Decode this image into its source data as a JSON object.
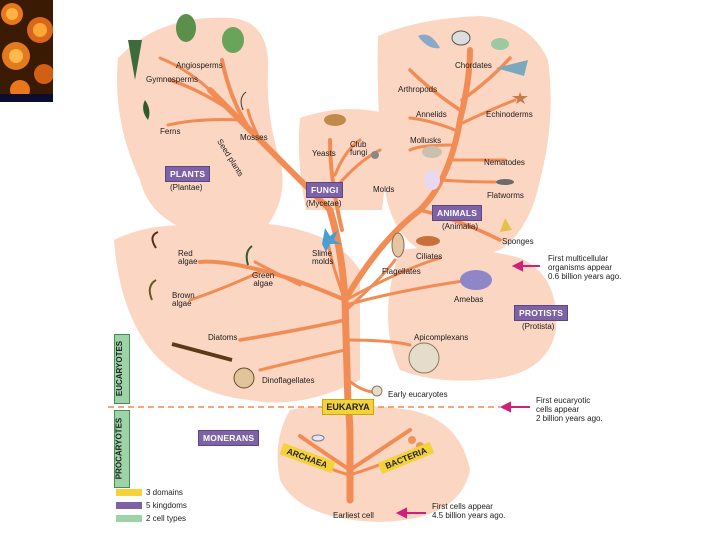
{
  "colors": {
    "background_blob": "#fbd6c2",
    "branch": "#f28c55",
    "kingdom_box": "#7d63a6",
    "domain_box": "#f4d23a",
    "cell_type_box": "#9dd3a7",
    "arrow": "#d0217a",
    "dashed_line": "#f28c55"
  },
  "kingdoms": {
    "plants": {
      "label": "PLANTS",
      "sub": "(Plantae)"
    },
    "fungi": {
      "label": "FUNGI",
      "sub": "(Mycetae)"
    },
    "animals": {
      "label": "ANIMALS",
      "sub": "(Animalia)"
    },
    "protists": {
      "label": "PROTISTS",
      "sub": "(Protista)"
    },
    "monerans": {
      "label": "MONERANS"
    }
  },
  "domains": {
    "eukarya": "EUKARYA",
    "archaea": "ARCHAEA",
    "bacteria": "BACTERIA"
  },
  "cell_types": {
    "eucaryotes": "EUCARYOTES",
    "procaryotes": "PROCARYOTES"
  },
  "groups": {
    "angiosperms": "Angiosperms",
    "gymnosperms": "Gymnosperms",
    "ferns": "Ferns",
    "mosses": "Mosses",
    "seed_plants": "Seed plants",
    "yeasts": "Yeasts",
    "club_fungi": "Club\nfungi",
    "molds": "Molds",
    "chordates": "Chordates",
    "arthropods": "Arthropods",
    "annelids": "Annelids",
    "mollusks": "Mollusks",
    "echinoderms": "Echinoderms",
    "nematodes": "Nematodes",
    "flatworms": "Flatworms",
    "sponges": "Sponges",
    "slime_molds": "Slime\nmolds",
    "ciliates": "Ciliates",
    "flagellates": "Flagellates",
    "amebas": "Amebas",
    "red_algae": "Red\nalgae",
    "green_algae": "Green\nalgae",
    "brown_algae": "Brown\nalgae",
    "diatoms": "Diatoms",
    "apicomplexans": "Apicomplexans",
    "dinoflagellates": "Dinoflagellates",
    "early_eucaryotes": "Early eucaryotes",
    "earliest_cell": "Earliest cell"
  },
  "annotations": {
    "multicellular": "First multicellular\norganisms appear\n0.6 billion years ago.",
    "eucaryotic": "First eucaryotic\ncells appear\n2 billion years ago.",
    "first_cells": "First  cells appear\n4.5 billion years ago."
  },
  "legend": [
    {
      "color": "#f4d23a",
      "label": "3 domains"
    },
    {
      "color": "#7d63a6",
      "label": "5 kingdoms"
    },
    {
      "color": "#9dd3a7",
      "label": "2 cell types"
    }
  ]
}
